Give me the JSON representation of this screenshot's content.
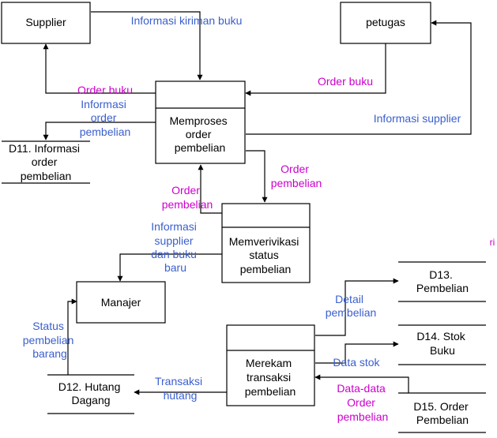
{
  "colors": {
    "entity_text": "#000000",
    "info_flow": "#3a5fcd",
    "order_flow": "#cc00cc"
  },
  "entities": {
    "supplier": "Supplier",
    "petugas": "petugas",
    "manajer": "Manajer"
  },
  "processes": {
    "p1": [
      "Memproses",
      "order",
      "pembelian"
    ],
    "p2": [
      "Memverivikasi",
      "status",
      "pembelian"
    ],
    "p3": [
      "Merekam",
      "transaksi",
      "pembelian"
    ]
  },
  "stores": {
    "d11": [
      "D11. Informasi",
      "order",
      "pembelian"
    ],
    "d12": [
      "D12. Hutang",
      "Dagang"
    ],
    "d13": [
      "D13.",
      "Pembelian"
    ],
    "d14": [
      "D14. Stok",
      "Buku"
    ],
    "d15": [
      "D15. Order",
      "Pembelian"
    ]
  },
  "flows": {
    "informasi_kiriman_buku": [
      "Informasi kiriman buku"
    ],
    "order_buku_supplier": [
      "Order buku"
    ],
    "order_buku_petugas": [
      "Order buku"
    ],
    "informasi_supplier": [
      "Informasi supplier"
    ],
    "informasi_order_pembelian": [
      "Informasi",
      "order",
      "pembelian"
    ],
    "order_pembelian_down": [
      "Order",
      "pembelian"
    ],
    "order_pembelian_up": [
      "Order",
      "pembelian"
    ],
    "informasi_supplier_buku": [
      "Informasi",
      "supplier",
      "dan buku",
      "baru"
    ],
    "detail_pembelian": [
      "Detail",
      "pembelian"
    ],
    "status_pembelian_barang": [
      "Status",
      "pembelian",
      "barang"
    ],
    "data_stok": [
      "Data stok"
    ],
    "data_data_order": [
      "Data-data",
      "Order",
      "pembelian"
    ],
    "transaksi_hutang": [
      "Transaksi",
      "hutang"
    ],
    "stray_ri": [
      "ri"
    ]
  }
}
